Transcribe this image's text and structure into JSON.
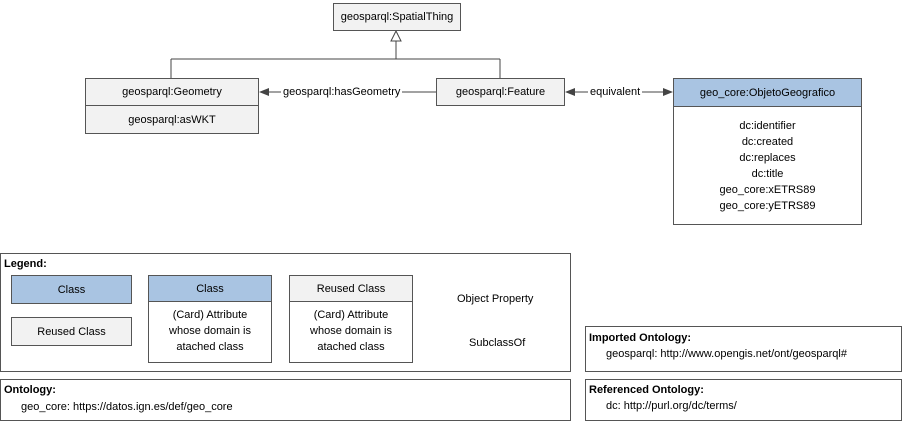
{
  "diagram": {
    "spatial_thing": "geosparql:SpatialThing",
    "geometry": "geosparql:Geometry",
    "geometry_attr": "geosparql:asWKT",
    "has_geometry": "geosparql:hasGeometry",
    "feature": "geosparql:Feature",
    "equivalent": "equivalent",
    "objeto": "geo_core:ObjetoGeografico",
    "objeto_attrs": [
      "dc:identifier",
      "dc:created",
      "dc:replaces",
      "dc:title",
      "geo_core:xETRS89",
      "geo_core:yETRS89"
    ]
  },
  "legend": {
    "title": "Legend:",
    "class1": "Class",
    "reused1": "Reused Class",
    "class2": "Class",
    "class2_attr": [
      "(Card) Attribute",
      "whose domain is",
      "atached class"
    ],
    "reused2": "Reused Class",
    "reused2_attr": [
      "(Card) Attribute",
      "whose domain is",
      "atached class"
    ],
    "object_property": "Object Property",
    "subclass_of": "SubclassOf"
  },
  "ontology": {
    "title": "Ontology:",
    "value": "geo_core: https://datos.ign.es/def/geo_core"
  },
  "imported": {
    "title": "Imported Ontology:",
    "value": "geosparql: http://www.opengis.net/ont/geosparql#"
  },
  "referenced": {
    "title": "Referenced Ontology:",
    "value": "dc: http://purl.org/dc/terms/"
  },
  "colors": {
    "class_fill": "#a9c4e2",
    "reused_fill": "#f2f2f2",
    "border": "#555555"
  }
}
